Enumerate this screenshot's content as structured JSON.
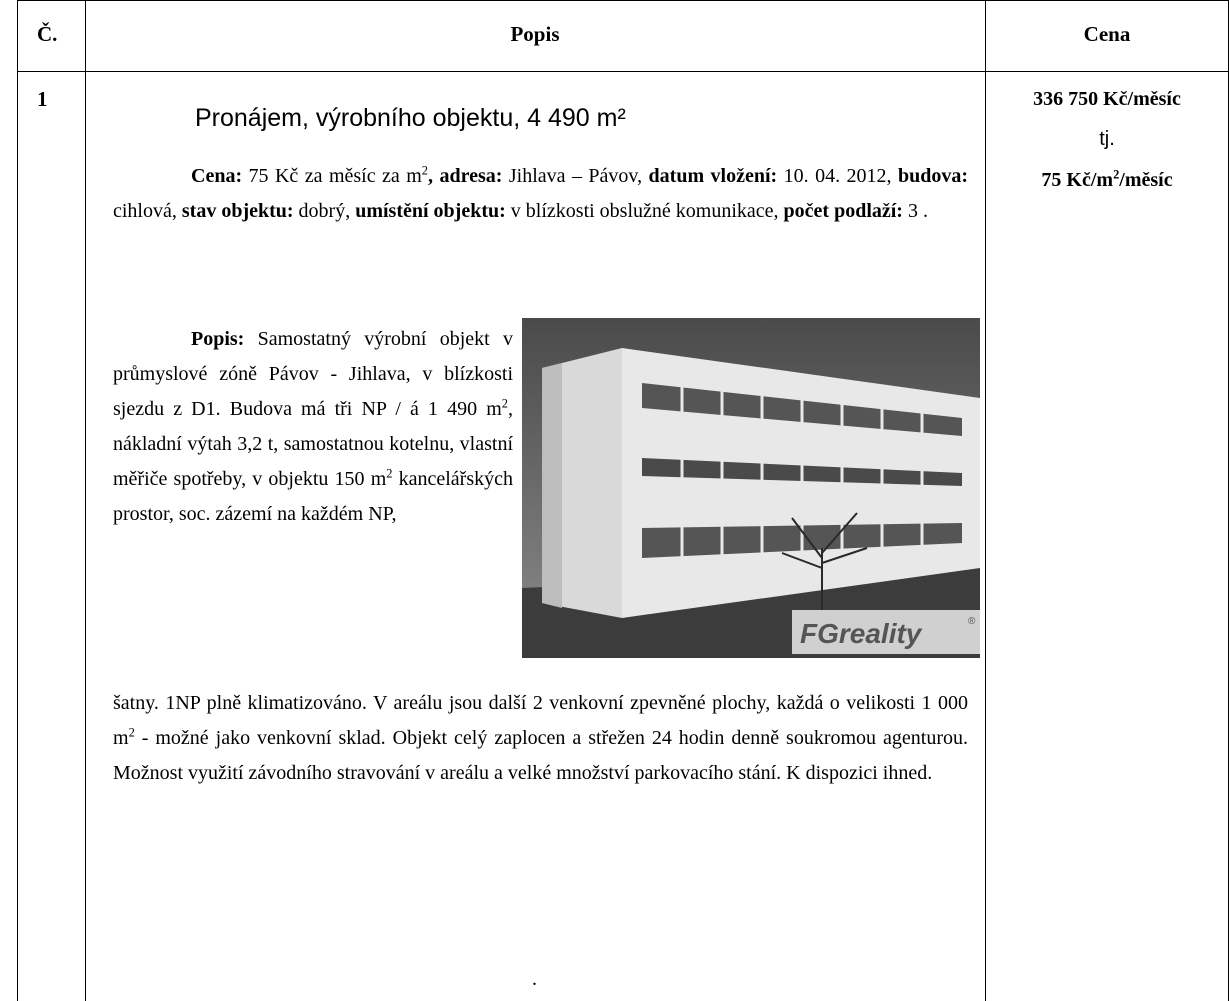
{
  "table": {
    "headers": {
      "number": "Č.",
      "description": "Popis",
      "price": "Cena"
    }
  },
  "row": {
    "number": "1",
    "title": "Pronájem, výrobního objektu, 4 490 m²",
    "summary": {
      "cena_label": "Cena:",
      "cena_value": " 75 Kč za měsíc za m",
      "cena_sup": "2",
      "adresa_label": ", adresa:",
      "adresa_value": " Jihlava – Pávov, ",
      "datum_label": "datum vložení:",
      "datum_value": " 10. 04. 2012, ",
      "budova_label": "budova:",
      "budova_value": " cihlová, ",
      "stav_label": "stav objektu:",
      "stav_value": " dobrý, ",
      "umisteni_label": "umístění objektu:",
      "umisteni_value": " v blízkosti obslužné komunikace, ",
      "podlazi_label": "počet podlaží:",
      "podlazi_value": " 3 ."
    },
    "description": {
      "label": "Popis:",
      "text_1": " Samostatný výrobní objekt v průmyslové zóně Pávov - Jihlava, v blízkosti sjezdu z D1. Budova má tři NP / á 1 490 m",
      "sup_1": "2",
      "text_2": ", nákladní výtah 3,2 t, samostatnou kotelnu, vlastní měřiče spotřeby, v objektu 150 m",
      "sup_2": "2",
      "text_3": " kancelářských prostor, soc. zázemí na každém NP,",
      "text_4": "šatny. 1NP plně klimatizováno. V areálu jsou další 2 venkovní zpevněné plochy, každá o velikosti 1 000 m",
      "sup_3": "2",
      "text_5": " - možné jako venkovní sklad. Objekt celý zaplocen a střežen 24 hodin denně soukromou agenturou. Možnost využití závodního stravování v areálu a velké množství parkovacího stání. K dispozici ihned."
    },
    "photo": {
      "watermark": "FGreality",
      "watermark_mark": "®"
    },
    "price": {
      "monthly": "336 750 Kč/měsíc",
      "tj": "tj.",
      "per_m2_a": "75 Kč/m",
      "per_m2_sup": "2",
      "per_m2_b": "/měsíc"
    },
    "trailing_dot": "."
  }
}
